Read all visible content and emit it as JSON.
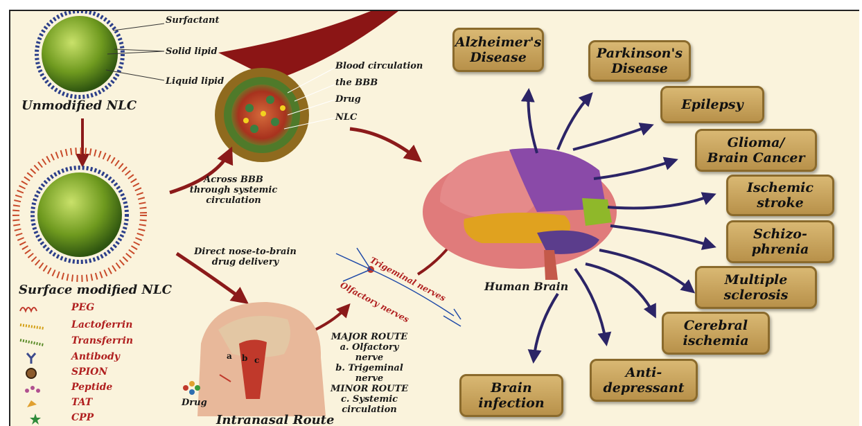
{
  "nlc": {
    "surfactant": "Surfactant",
    "solid_lipid": "Solid lipid",
    "liquid_lipid": "Liquid lipid",
    "unmodified": "Unmodified NLC",
    "surface_modified": "Surface modified NLC"
  },
  "legend": [
    {
      "label": "PEG",
      "icon": "peg-icon",
      "color": "#c0392b"
    },
    {
      "label": "Lactoferrin",
      "icon": "lactoferrin-icon",
      "color": "#d4a017"
    },
    {
      "label": "Transferrin",
      "icon": "transferrin-icon",
      "color": "#5b8c2a"
    },
    {
      "label": "Antibody",
      "icon": "antibody-icon",
      "color": "#3b4a8c"
    },
    {
      "label": "SPION",
      "icon": "spion-icon",
      "color": "#8b5a2b"
    },
    {
      "label": "Peptide",
      "icon": "peptide-icon",
      "color": "#b0508f"
    },
    {
      "label": "TAT",
      "icon": "tat-icon",
      "color": "#e0a030"
    },
    {
      "label": "CPP",
      "icon": "cpp-icon",
      "color": "#2e8b3a"
    }
  ],
  "bbb": {
    "blood_circulation": "Blood circulation",
    "the_bbb": "the BBB",
    "drug": "Drug",
    "nlc": "NLC",
    "across_line1": "Across BBB",
    "across_line2": "through systemic",
    "across_line3": "circulation"
  },
  "nose": {
    "direct_line1": "Direct nose-to-brain",
    "direct_line2": "drug delivery",
    "drug": "Drug",
    "intranasal": "Intranasal Route",
    "trigeminal": "Trigeminal nerves",
    "olfactory": "Olfactory nerves",
    "route_lines": [
      "MAJOR ROUTE",
      "a. Olfactory",
      "nerve",
      "b. Trigeminal",
      "nerve",
      "MINOR ROUTE",
      "c. Systemic",
      "circulation"
    ],
    "letters": [
      "a",
      "b",
      "c"
    ]
  },
  "brain": {
    "label": "Human Brain"
  },
  "diseases": [
    {
      "line1": "Alzheimer's",
      "line2": "Disease"
    },
    {
      "line1": "Parkinson's",
      "line2": "Disease"
    },
    {
      "line1": "Epilepsy",
      "line2": ""
    },
    {
      "line1": "Glioma/",
      "line2": "Brain Cancer"
    },
    {
      "line1": "Ischemic",
      "line2": "stroke"
    },
    {
      "line1": "Schizo-",
      "line2": "phrenia"
    },
    {
      "line1": "Multiple",
      "line2": "sclerosis"
    },
    {
      "line1": "Cerebral",
      "line2": "ischemia"
    },
    {
      "line1": "Anti-",
      "line2": "depressant"
    },
    {
      "line1": "Brain",
      "line2": "infection"
    }
  ],
  "colors": {
    "arrow_red": "#8b1a1a",
    "arrow_blue": "#2b2466",
    "box_fill": "#c9a35e",
    "nlc_core": "#6f9a1f"
  }
}
